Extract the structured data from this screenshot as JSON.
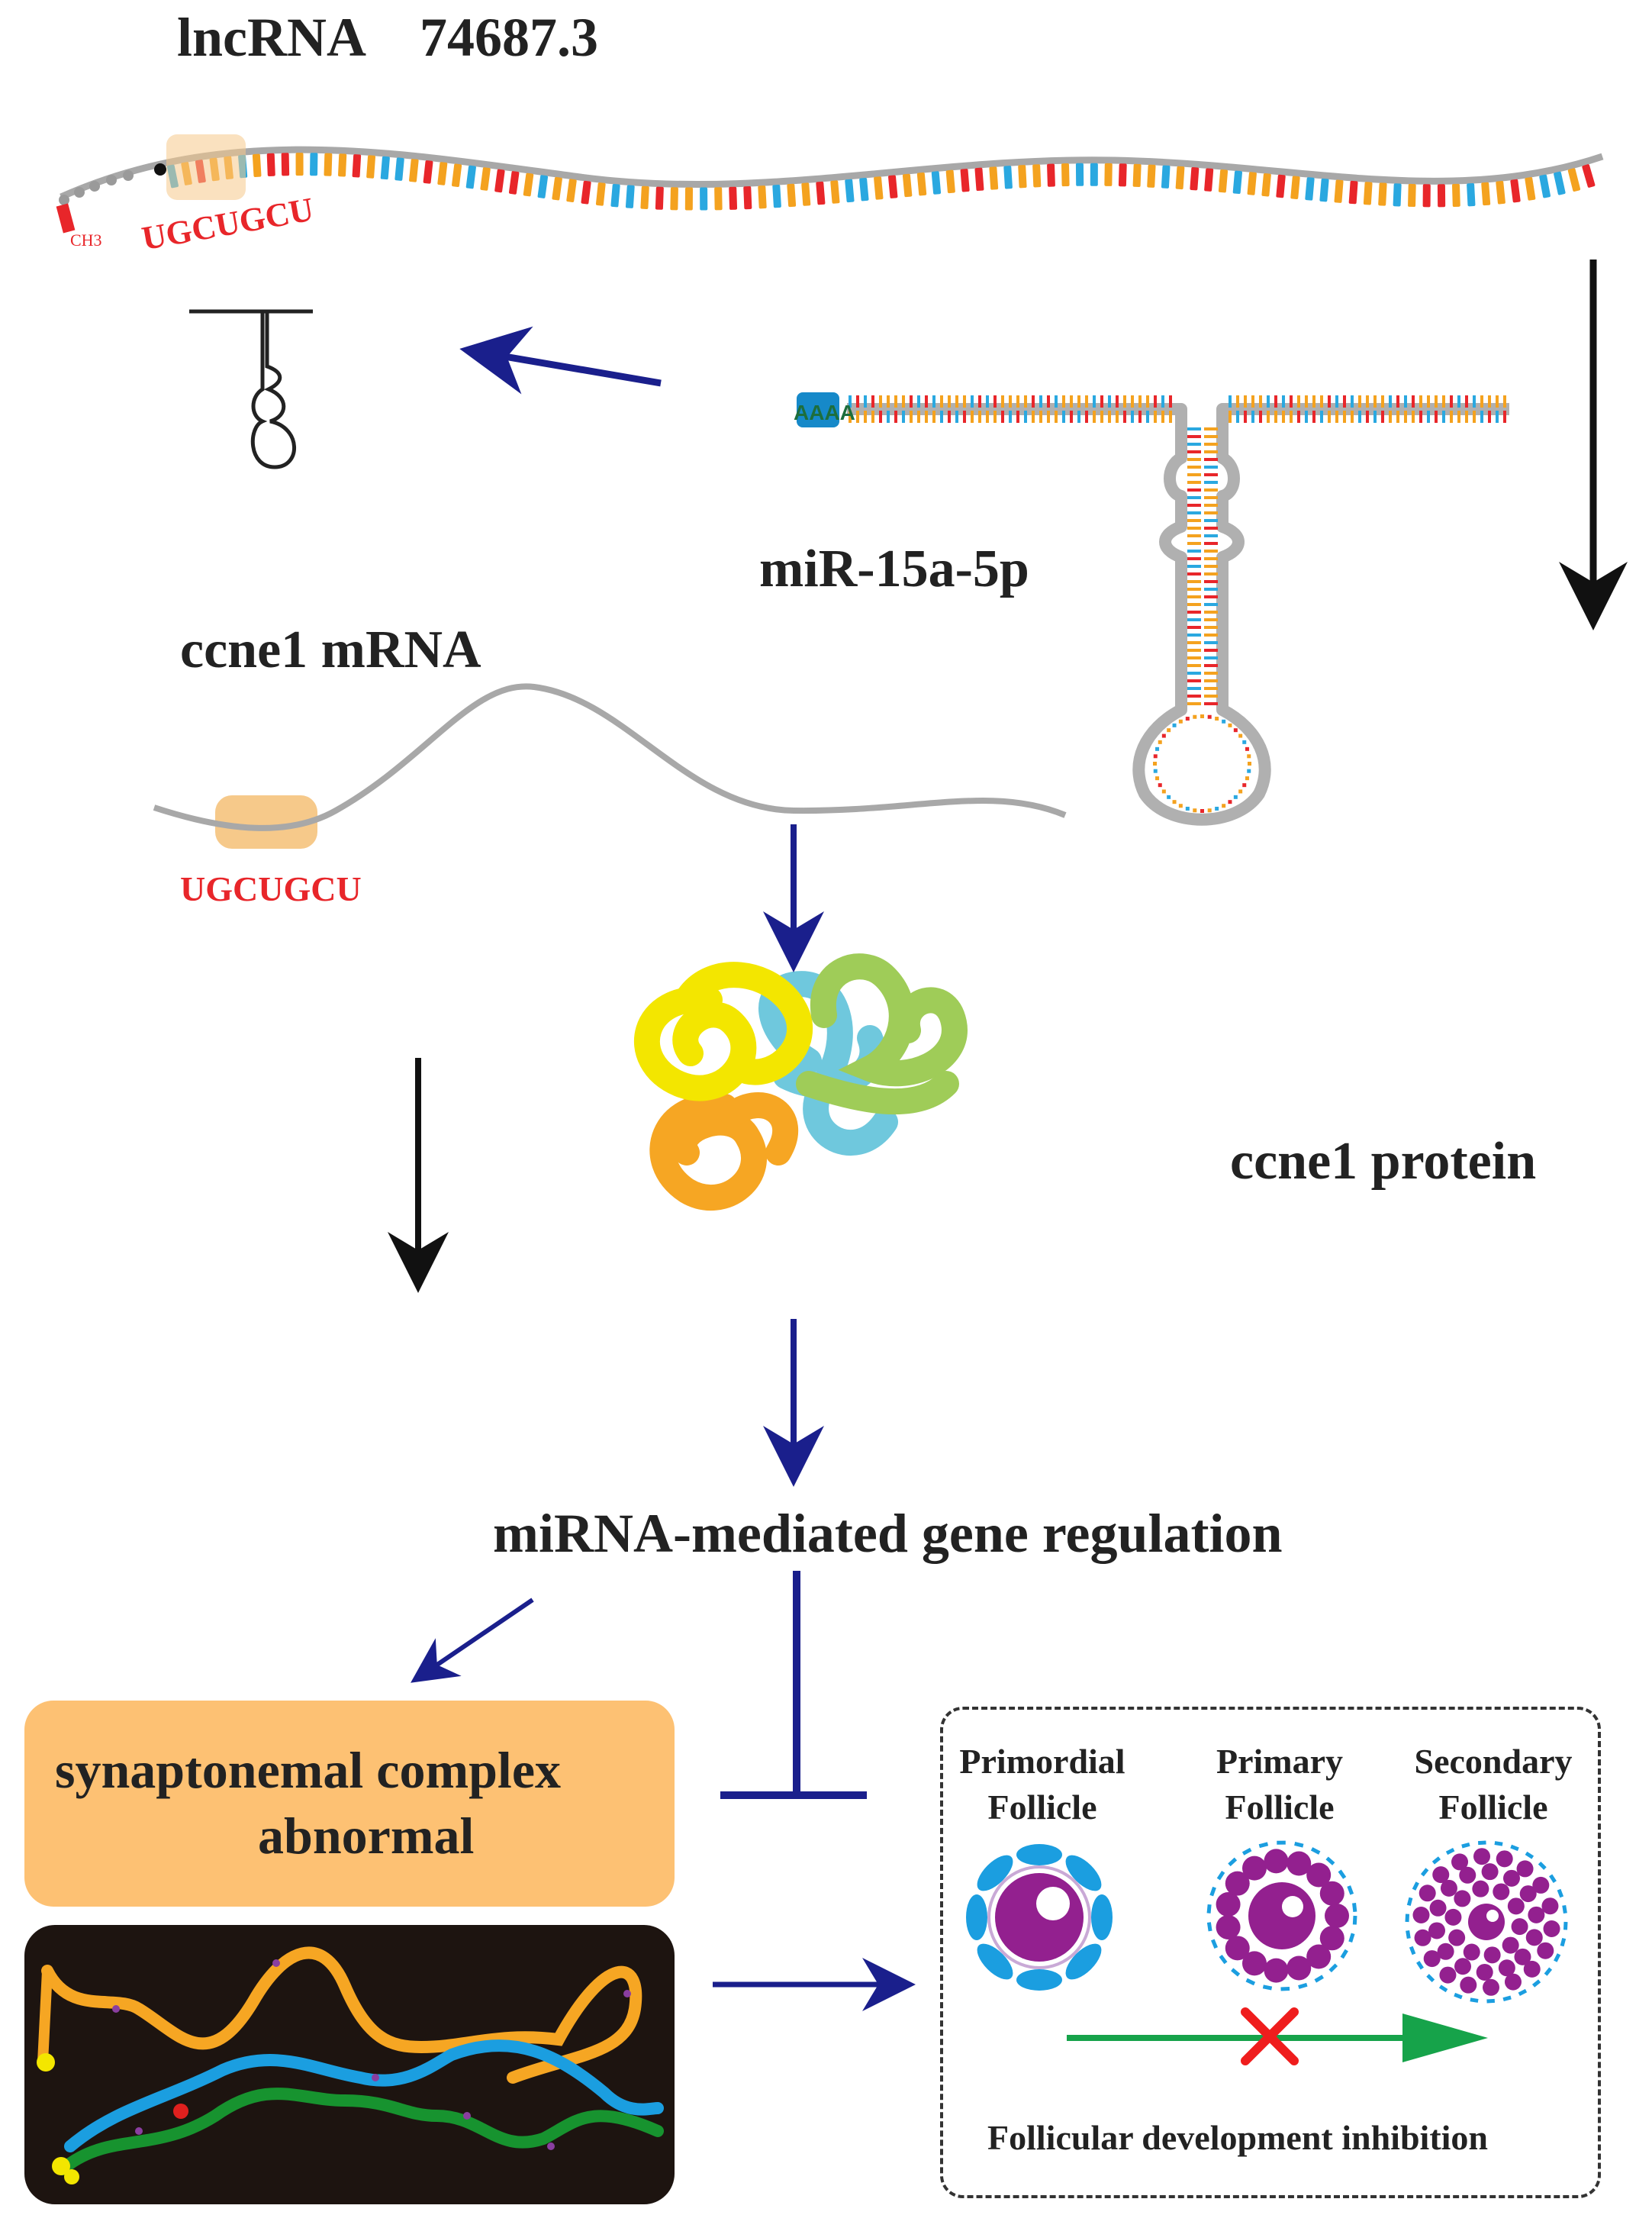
{
  "lncrna": {
    "label": "lncRNA",
    "id": "74687.3",
    "methyl": "CH3"
  },
  "seed_lnc": "UGCUGCU",
  "seed_mrna": "UGCUGCU",
  "mirna": {
    "label": "miR-15a-5p",
    "tail": "AAAA"
  },
  "mrna": {
    "label": "ccne1 mRNA"
  },
  "protein": {
    "label": "ccne1 protein"
  },
  "regulation": {
    "label": "miRNA-mediated gene regulation"
  },
  "synaptonemal": {
    "line1": "synaptonemal complex",
    "line2": "abnormal"
  },
  "follicles": [
    {
      "line1": "Primordial",
      "line2": "Follicle"
    },
    {
      "line1": "Primary",
      "line2": "Follicle"
    },
    {
      "line1": "Secondary",
      "line2": "Follicle"
    }
  ],
  "inhibition": {
    "label": "Follicular development inhibition"
  },
  "colors": {
    "arrow_blue": "#1a1f8c",
    "arrow_black": "#111111",
    "nucleotide": [
      "#2aa8e0",
      "#f4a21f",
      "#e8262a",
      "#f4a21f"
    ],
    "orange_box": "#fdc173",
    "follicle_purple": "#93208f",
    "granulosa_blue": "#1b9ee0",
    "progress_green": "#16a34a",
    "block_red": "#ef1d1d"
  }
}
